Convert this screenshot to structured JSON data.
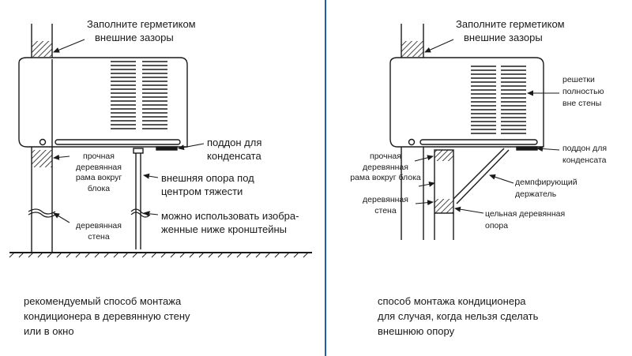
{
  "colors": {
    "line": "#1a1a1a",
    "divider": "#1f5ea8",
    "background": "#ffffff"
  },
  "left": {
    "sealant_line1": "Заполните герметиком",
    "sealant_line2": "внешние зазоры",
    "frame_lines": [
      "прочная",
      "деревянная",
      "рама вокруг",
      "блока"
    ],
    "wall_lines": [
      "деревянная",
      "стена"
    ],
    "tray_line1": "поддон для",
    "tray_line2": "конденсата",
    "support_line1": "внешняя опора под",
    "support_line2": "центром тяжести",
    "brackets_line1": "можно использовать изобра-",
    "brackets_line2": "женные ниже кронштейны",
    "caption_line1": "рекомендуемый способ монтажа",
    "caption_line2": "кондиционера в деревянную стену",
    "caption_line3": "или в окно"
  },
  "right": {
    "sealant_line1": "Заполните герметиком",
    "sealant_line2": "внешние зазоры",
    "grille_lines": [
      "решетки",
      "полностью",
      "вне стены"
    ],
    "frame_lines": [
      "прочная",
      "деревянная",
      "рама вокруг блока"
    ],
    "wall_lines": [
      "деревянная",
      "стена"
    ],
    "tray_line1": "поддон для",
    "tray_line2": "конденсата",
    "damper_line1": "демпфирующий",
    "damper_line2": "держатель",
    "solid_support_line1": "цельная деревянная",
    "solid_support_line2": "опора",
    "caption_line1": "способ монтажа кондиционера",
    "caption_line2": "для случая, когда нельзя сделать",
    "caption_line3": "внешнюю опору"
  }
}
